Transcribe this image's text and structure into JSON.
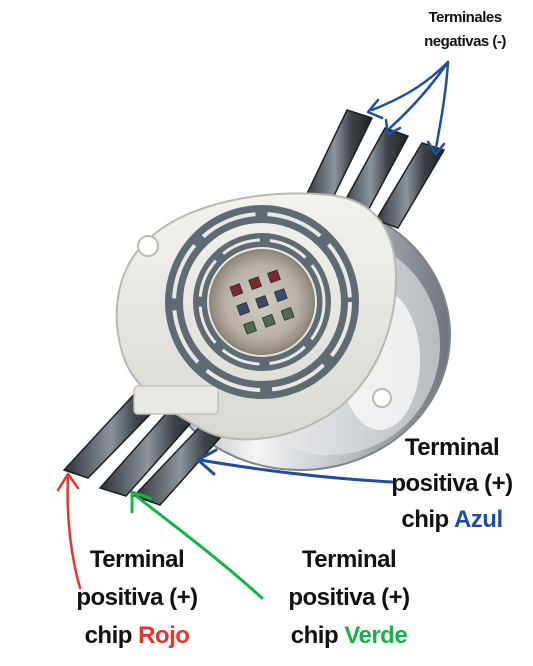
{
  "labels": {
    "negative": {
      "line1": "Terminales",
      "line2": "negativas (-)"
    },
    "azul": {
      "line1": "Terminal",
      "line2": "positiva (+)",
      "prefix": "chip",
      "color_word": "Azul"
    },
    "rojo": {
      "line1": "Terminal",
      "line2": "positiva (+)",
      "prefix": "chip",
      "color_word": "Rojo"
    },
    "verde": {
      "line1": "Terminal",
      "line2": "positiva (+)",
      "prefix": "chip",
      "color_word": "Verde"
    }
  },
  "colors": {
    "rojo": "#e8342e",
    "azul": "#1f4e9c",
    "verde": "#18b24a",
    "arrow_negative": "#1f4e9c",
    "arrow_azul": "#1f4e9c",
    "arrow_rojo": "#e8342e",
    "arrow_verde": "#18b24a"
  },
  "led_chips": [
    "red",
    "red",
    "red",
    "blue",
    "blue",
    "blue",
    "green",
    "green",
    "green"
  ]
}
